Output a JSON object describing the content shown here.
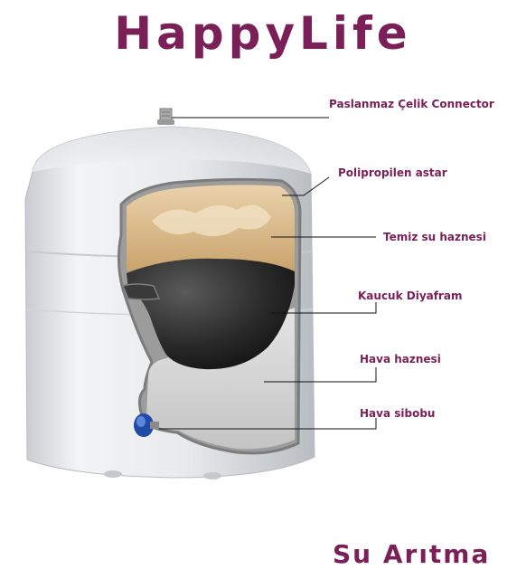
{
  "header": {
    "brand": "HappyLife"
  },
  "footer": {
    "brand": "Su Arıtma"
  },
  "diagram": {
    "labels": [
      "Paslanmaz Çelik Connector",
      "Polipropilen astar",
      "Temiz su haznesi",
      "Kaucuk Diyafram",
      "Hava haznesi",
      "Hava sibobu"
    ]
  },
  "colors": {
    "brand": "#7a1f57",
    "tank_body": "#eceef0",
    "clean_water": "#dcbf93",
    "diaphragm": "#2a2a2a",
    "air_chamber": "#d3d3d3",
    "valve_cap": "#1f4aa8"
  }
}
